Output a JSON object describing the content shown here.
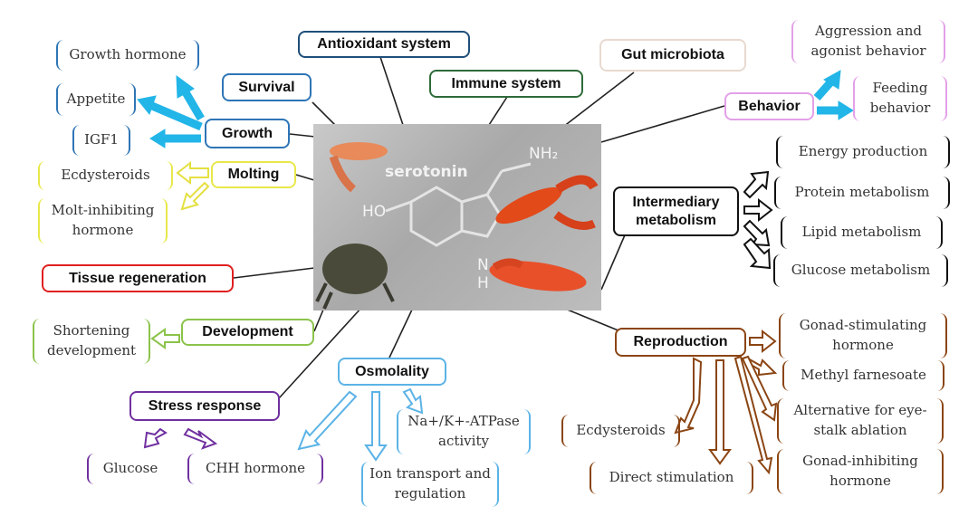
{
  "center": {
    "title": "serotonin",
    "nh2": "NH₂",
    "ho": "HO",
    "n": "N",
    "h": "H"
  },
  "hubs": {
    "antioxidant": "Antioxidant system",
    "immune": "Immune system",
    "gut": "Gut microbiota",
    "survival": "Survival",
    "growth": "Growth",
    "molting": "Molting",
    "tissue": "Tissue regeneration",
    "development": "Development",
    "stress": "Stress response",
    "osmolality": "Osmolality",
    "reproduction": "Reproduction",
    "behavior": "Behavior",
    "metabolism": "Intermediary metabolism"
  },
  "leaves": {
    "growth_hormone": "Growth hormone",
    "appetite": "Appetite",
    "igf1": "IGF1",
    "ecdysteroids_molting": "Ecdysteroids",
    "molt_inhibiting": "Molt-inhibiting hormone",
    "shortening": "Shortening development",
    "glucose": "Glucose",
    "chh": "CHH hormone",
    "atpase": "Na+/K+-ATPase activity",
    "ion_transport": "Ion transport and regulation",
    "aggression": "Aggression and agonist behavior",
    "feeding": "Feeding behavior",
    "energy": "Energy production",
    "protein": "Protein metabolism",
    "lipid": "Lipid metabolism",
    "glucose_metab": "Glucose metabolism",
    "gsh": "Gonad-stimulating hormone",
    "methyl": "Methyl farnesoate",
    "eyestalk": "Alternative for eye-stalk ablation",
    "gih": "Gonad-inhibiting hormone",
    "ecdysteroids_repro": "Ecdysteroids",
    "direct": "Direct stimulation"
  },
  "colors": {
    "antioxidant": "#1f4e79",
    "immune": "#2e6b3a",
    "gut": "#e8d9cf",
    "survival": "#2e75b6",
    "growth": "#2e75b6",
    "molting": "#e8e84a",
    "tissue": "#e02020",
    "development": "#8bc34a",
    "stress": "#7030a0",
    "osmolality": "#5bb3e6",
    "reproduction": "#8b4513",
    "behavior": "#e3a0e8",
    "metabolism": "#111111",
    "arrow_blue": "#22b5e8"
  }
}
